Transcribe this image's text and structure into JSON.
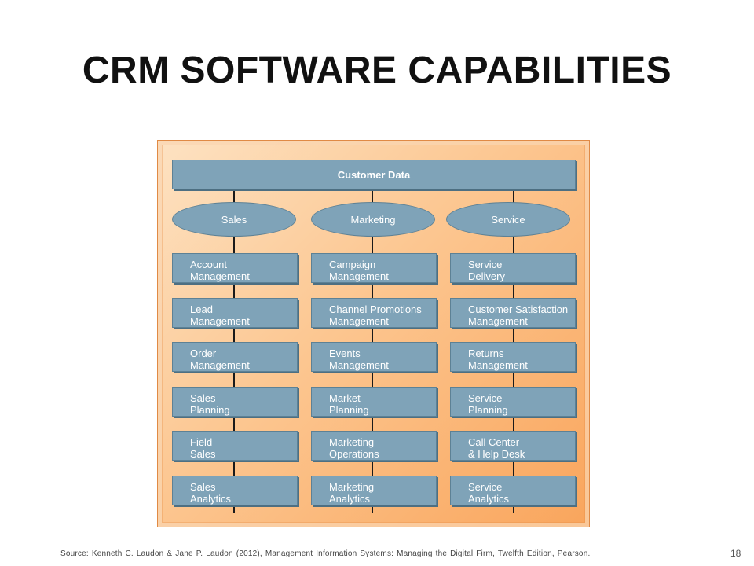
{
  "slide": {
    "title": "CRM SOFTWARE CAPABILITIES",
    "source": "Source: Kenneth C. Laudon & Jane P. Laudon (2012), Management Information  Systems: Managing the Digital Firm, Twelfth Edition, Pearson.",
    "page_number": "18"
  },
  "diagram": {
    "top_box": "Customer Data",
    "columns": [
      {
        "name": "Sales",
        "items": [
          "Account\nManagement",
          "Lead\nManagement",
          "Order\nManagement",
          "Sales\nPlanning",
          "Field\nSales",
          "Sales\nAnalytics"
        ]
      },
      {
        "name": "Marketing",
        "items": [
          "Campaign\nManagement",
          "Channel Promotions\nManagement",
          "Events\nManagement",
          "Market\nPlanning",
          "Marketing\nOperations",
          "Marketing\nAnalytics"
        ]
      },
      {
        "name": "Service",
        "items": [
          "Service\nDelivery",
          "Customer Satisfaction\nManagement",
          "Returns\nManagement",
          "Service\nPlanning",
          "Call Center\n& Help Desk",
          "Service\nAnalytics"
        ]
      }
    ],
    "colors": {
      "box_fill": "#7fa3b8",
      "box_border": "#5d8195",
      "background_light": "#fde2c2",
      "background_dark": "#f9a55c",
      "connector": "#1a1a1a"
    }
  }
}
